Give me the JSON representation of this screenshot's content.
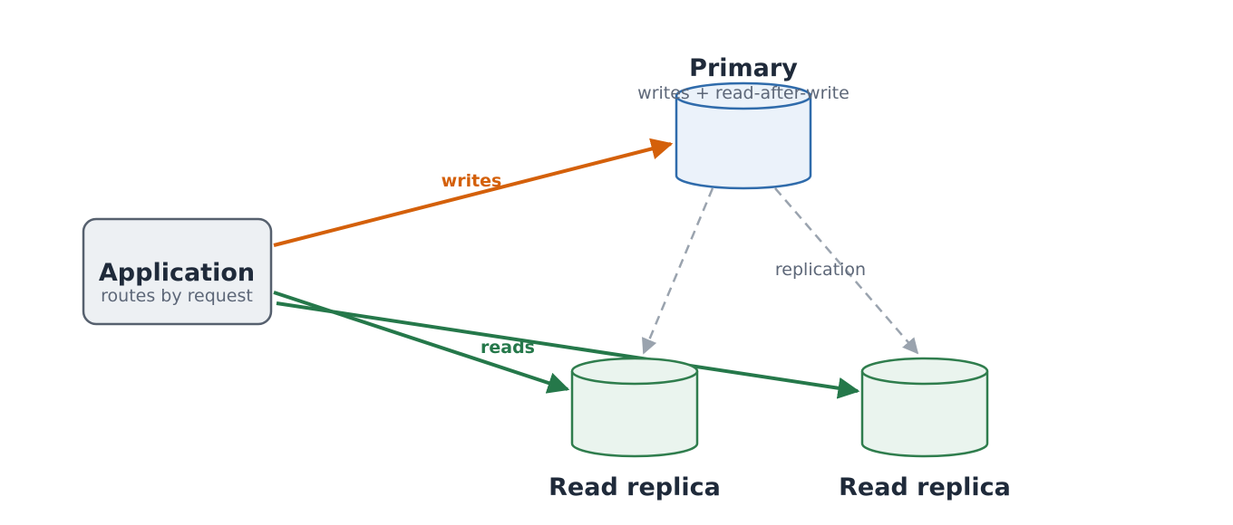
{
  "application": {
    "title": "Application",
    "subtitle": "routes by request"
  },
  "primary": {
    "title": "Primary",
    "subtitle": "writes + read-after-write"
  },
  "replicas": [
    {
      "title": "Read replica"
    },
    {
      "title": "Read replica"
    }
  ],
  "edges": {
    "writes_label": "writes",
    "reads_label": "reads",
    "replication_label": "replication"
  },
  "colors": {
    "writes": "#d4600a",
    "reads": "#25784a",
    "replication": "#9aa3ae",
    "app_fill": "#edf0f3",
    "app_stroke": "#56606e",
    "primary_fill": "#ebf2fa",
    "primary_stroke": "#2f6bab",
    "replica_fill": "#eaf4ee",
    "replica_stroke": "#2f7d4d"
  }
}
